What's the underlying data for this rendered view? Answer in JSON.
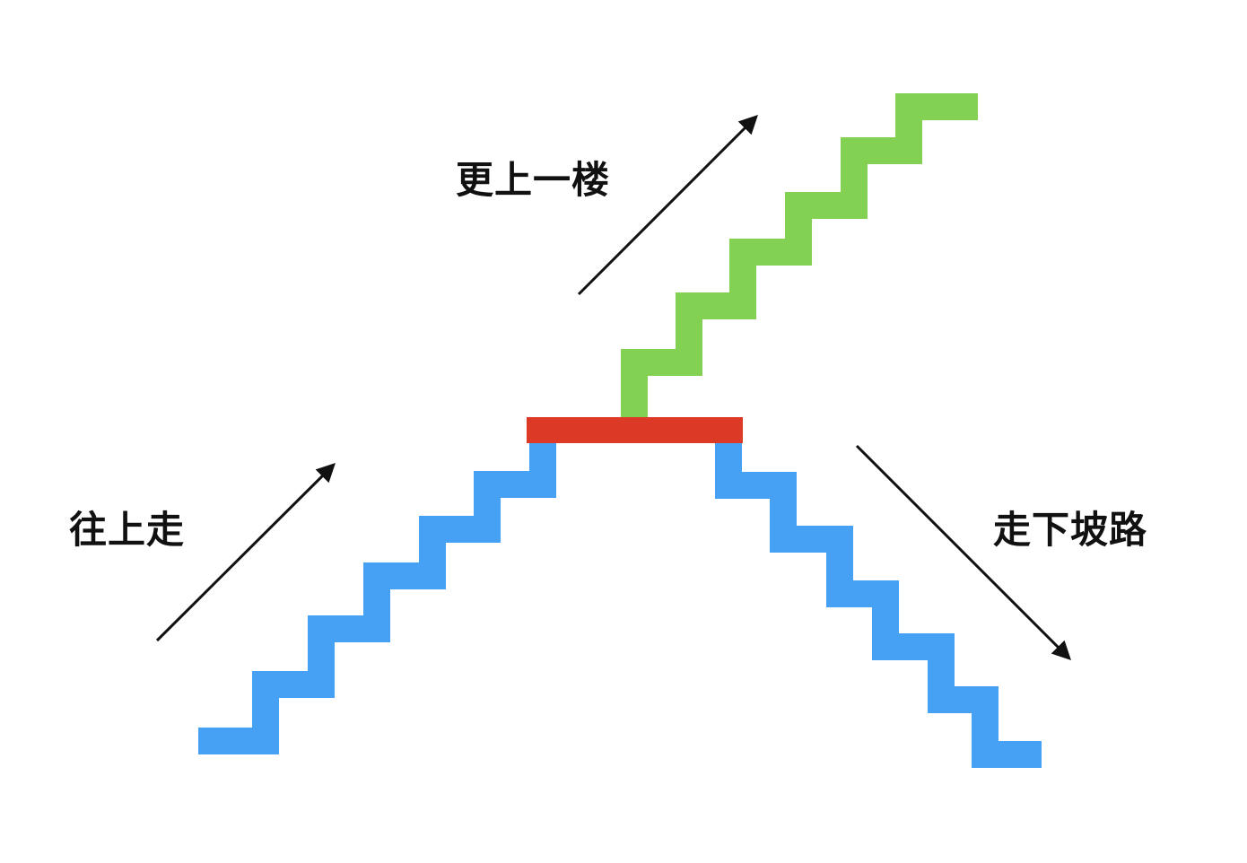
{
  "labels": {
    "walk_up": "往上走",
    "upper_floor": "更上一楼",
    "downhill": "走下坡路"
  },
  "colors": {
    "blue_stairs": "#46a1f5",
    "green_stairs": "#82d152",
    "red_landing": "#dc3a27",
    "arrow": "#111111",
    "text": "#111111",
    "background": "#ffffff"
  },
  "icons": {
    "arrow_up": "arrow-up-right",
    "arrow_upper": "arrow-up-right",
    "arrow_down": "arrow-down-right"
  }
}
